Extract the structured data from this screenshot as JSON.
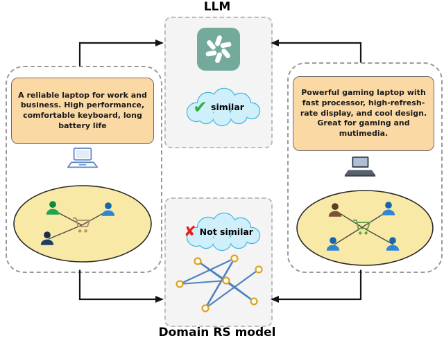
{
  "titles": {
    "top": "LLM",
    "bottom": "Domain RS model"
  },
  "comparisons": {
    "llm": {
      "icon": "check-icon",
      "glyph": "✔",
      "label": "similar"
    },
    "rs": {
      "icon": "cross-icon",
      "glyph": "✘",
      "label": "Not similar"
    }
  },
  "left_item": {
    "description": "A reliable laptop for work and\nbusiness. High performance,\ncomfortable keyboard, long\nbattery life"
  },
  "right_item": {
    "description": "Powerful gaming laptop with\nfast processor, high-refresh-\nrate display, and cool design.\nGreat for gaming and\nmutimedia."
  },
  "icons": {
    "llm_logo": "chatgpt-logo",
    "similar": "check-icon",
    "not_similar": "cross-icon",
    "left_device": "laptop-outline-icon",
    "right_device": "laptop-dark-icon",
    "cart": "shopping-cart-icon",
    "users": [
      "user-icon-green",
      "user-icon-navy",
      "user-icon-blue",
      "user-icon-brown"
    ],
    "rs_model": "network-graph"
  },
  "colors": {
    "logo_teal": "#74aa9c",
    "box_bg": "#f4f4f4",
    "dash_light": "#bdbdbd",
    "dash_border": "#9a9a9a",
    "cloud_fill": "#cfeffb",
    "cloud_stroke": "#41b7dd",
    "check_green": "#2fae3f",
    "cross_red": "#e3201b",
    "note_bg": "#fbd9a4",
    "note_border": "#6b6b6b",
    "ellipse_fill": "#f9e9a6",
    "ellipse_stroke": "#2a2a2a",
    "arrow_black": "#141414",
    "edge_blue": "#4f81bd",
    "node_gold": "#dba321",
    "user_green": "#22a353",
    "user_green_head": "#0e8a3e",
    "user_navy": "#1d3f66",
    "user_navy_head": "#16314f",
    "user_blue": "#2e86d4",
    "user_blue_head": "#1766ad",
    "user_brown": "#7b5233",
    "user_brown_head": "#5d3d24",
    "cart_tan": "#b09468",
    "cart_green": "#6fa14c",
    "laptop_outline": "#5c84c4"
  }
}
